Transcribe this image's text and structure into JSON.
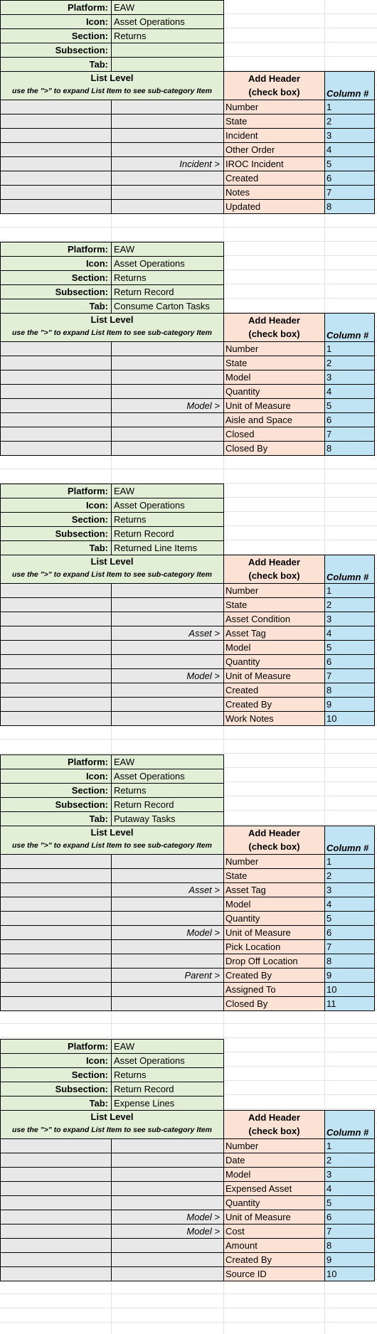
{
  "labels": {
    "platform": "Platform:",
    "icon": "Icon:",
    "section": "Section:",
    "subsection": "Subsection:",
    "tab": "Tab:",
    "list_level": "List Level",
    "list_hint": "use the \">\" to expand List Item to see sub-category Item",
    "add_header_1": "Add Header",
    "add_header_2": "(check box)",
    "column_no": "Column #"
  },
  "blocks": [
    {
      "platform": "EAW",
      "icon": "Asset Operations",
      "section": "Returns",
      "subsection": "",
      "tab": "",
      "rows": [
        {
          "level": "",
          "header": "Number",
          "col": "1"
        },
        {
          "level": "",
          "header": "State",
          "col": "2"
        },
        {
          "level": "",
          "header": "Incident",
          "col": "3"
        },
        {
          "level": "",
          "header": "Other Order",
          "col": "4"
        },
        {
          "level": "Incident >",
          "header": "IROC Incident",
          "col": "5"
        },
        {
          "level": "",
          "header": "Created",
          "col": "6"
        },
        {
          "level": "",
          "header": "Notes",
          "col": "7"
        },
        {
          "level": "",
          "header": "Updated",
          "col": "8"
        }
      ]
    },
    {
      "platform": "EAW",
      "icon": "Asset Operations",
      "section": "Returns",
      "subsection": "Return Record",
      "tab": "Consume Carton Tasks",
      "rows": [
        {
          "level": "",
          "header": "Number",
          "col": "1"
        },
        {
          "level": "",
          "header": "State",
          "col": "2"
        },
        {
          "level": "",
          "header": "Model",
          "col": "3"
        },
        {
          "level": "",
          "header": "Quantity",
          "col": "4"
        },
        {
          "level": "Model >",
          "header": "Unit of Measure",
          "col": "5"
        },
        {
          "level": "",
          "header": "Aisle and Space",
          "col": "6"
        },
        {
          "level": "",
          "header": "Closed",
          "col": "7"
        },
        {
          "level": "",
          "header": "Closed By",
          "col": "8"
        }
      ]
    },
    {
      "platform": "EAW",
      "icon": "Asset Operations",
      "section": "Returns",
      "subsection": "Return Record",
      "tab": "Returned Line Items",
      "rows": [
        {
          "level": "",
          "header": "Number",
          "col": "1"
        },
        {
          "level": "",
          "header": "State",
          "col": "2"
        },
        {
          "level": "",
          "header": "Asset Condition",
          "col": "3"
        },
        {
          "level": "Asset >",
          "header": "Asset Tag",
          "col": "4"
        },
        {
          "level": "",
          "header": "Model",
          "col": "5"
        },
        {
          "level": "",
          "header": "Quantity",
          "col": "6"
        },
        {
          "level": "Model >",
          "header": "Unit of Measure",
          "col": "7"
        },
        {
          "level": "",
          "header": "Created",
          "col": "8"
        },
        {
          "level": "",
          "header": "Created By",
          "col": "9"
        },
        {
          "level": "",
          "header": "Work Notes",
          "col": "10"
        }
      ]
    },
    {
      "platform": "EAW",
      "icon": "Asset Operations",
      "section": "Returns",
      "subsection": "Return Record",
      "tab": "Putaway Tasks",
      "rows": [
        {
          "level": "",
          "header": "Number",
          "col": "1"
        },
        {
          "level": "",
          "header": "State",
          "col": "2"
        },
        {
          "level": "Asset >",
          "header": "Asset Tag",
          "col": "3"
        },
        {
          "level": "",
          "header": "Model",
          "col": "4"
        },
        {
          "level": "",
          "header": "Quantity",
          "col": "5"
        },
        {
          "level": "Model >",
          "header": "Unit of Measure",
          "col": "6"
        },
        {
          "level": "",
          "header": "Pick Location",
          "col": "7"
        },
        {
          "level": "",
          "header": "Drop Off Location",
          "col": "8"
        },
        {
          "level": "Parent >",
          "header": "Created By",
          "col": "9"
        },
        {
          "level": "",
          "header": "Assigned To",
          "col": "10"
        },
        {
          "level": "",
          "header": "Closed By",
          "col": "11"
        }
      ]
    },
    {
      "platform": "EAW",
      "icon": "Asset Operations",
      "section": "Returns",
      "subsection": "Return Record",
      "tab": "Expense Lines",
      "rows": [
        {
          "level": "",
          "header": "Number",
          "col": "1"
        },
        {
          "level": "",
          "header": "Date",
          "col": "2"
        },
        {
          "level": "",
          "header": "Model",
          "col": "3"
        },
        {
          "level": "",
          "header": "Expensed Asset",
          "col": "4"
        },
        {
          "level": "",
          "header": "Quantity",
          "col": "5"
        },
        {
          "level": "Model >",
          "header": "Unit of Measure",
          "col": "6"
        },
        {
          "level": "Model >",
          "header": "Cost",
          "col": "7"
        },
        {
          "level": "",
          "header": "Amount",
          "col": "8"
        },
        {
          "level": "",
          "header": "Created By",
          "col": "9"
        },
        {
          "level": "",
          "header": "Source ID",
          "col": "10"
        }
      ]
    }
  ]
}
